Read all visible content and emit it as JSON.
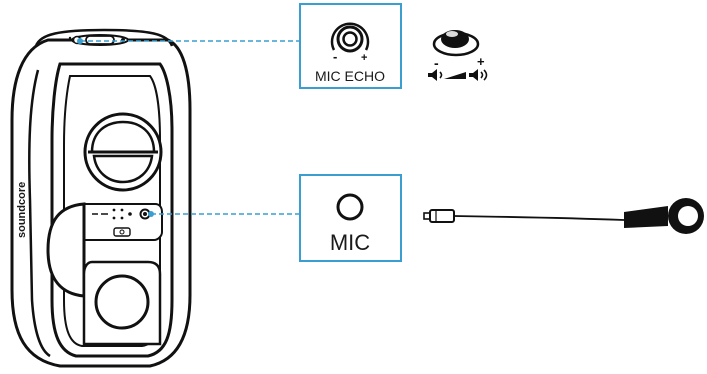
{
  "brand": "soundcore",
  "callouts": {
    "mic_echo": {
      "label": "MIC ECHO",
      "minus": "-",
      "plus": "+"
    },
    "mic": {
      "label": "MIC"
    }
  },
  "knob_legend": {
    "minus": "-",
    "plus": "+"
  },
  "colors": {
    "callout_border": "#3a9fd0",
    "leader_line": "#3a9fd0",
    "ink": "#111111",
    "panel_fill": "#e9e9e9"
  },
  "icons": [
    "mic-echo-knob-icon",
    "rotary-knob-icon",
    "volume-low-icon",
    "volume-high-icon",
    "mic-jack-icon",
    "mic-plug-icon",
    "microphone-icon"
  ]
}
